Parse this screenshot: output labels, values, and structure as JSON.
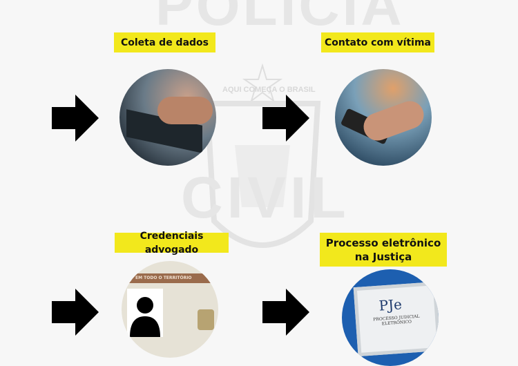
{
  "watermark": {
    "top_text": "POLICIA",
    "motto": "AQUI COMEÇA O BRASIL",
    "bottom_text": "CIVIL"
  },
  "steps": [
    {
      "label": "Coleta de dados",
      "image": "typing-on-laptop"
    },
    {
      "label": "Contato com vítima",
      "image": "hand-using-smartphone"
    },
    {
      "label": "Credenciais advogado",
      "image": "lawyer-id-card",
      "card_text": "EM TODO O TERRITÓRIO"
    },
    {
      "label_line1": "Processo eletrônico",
      "label_line2": "na Justiça",
      "image": "pje-monitor",
      "logo": "PJe",
      "logo_sub": "PROCESSO JUDICIAL ELETRÔNICO"
    }
  ],
  "colors": {
    "label_bg": "#f2e81c",
    "arrow": "#000000",
    "background": "#f7f7f7"
  }
}
